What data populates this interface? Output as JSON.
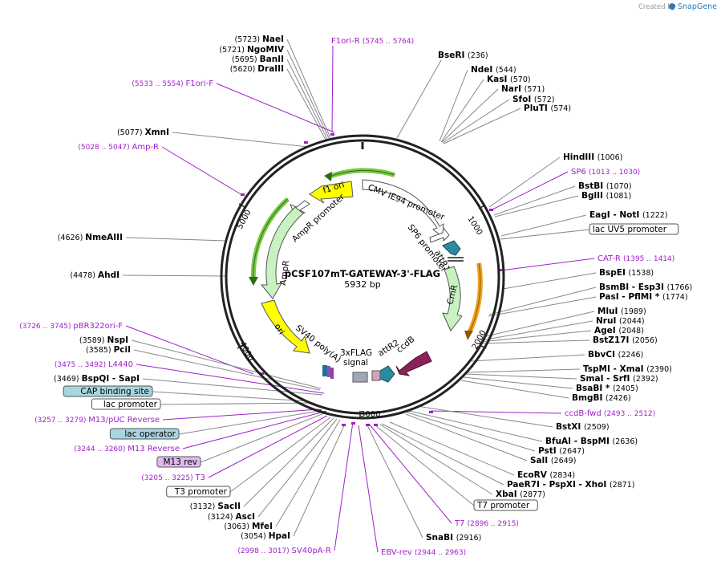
{
  "header": {
    "created_by": "Created by",
    "brand": "SnapGene"
  },
  "plasmid": {
    "name": "pCSF107mT-GATEWAY-3'-FLAG",
    "size_label": "5932 bp"
  },
  "tick_labels": [
    "1000",
    "2000",
    "3000",
    "4000",
    "5000"
  ],
  "features_on_map": [
    "CMV IE94 promoter",
    "SP6 promoter",
    "attR1",
    "CmR",
    "ccdB",
    "attR2",
    "3xFLAG",
    "signal",
    "SV40 poly(A)",
    "ori",
    "AmpR",
    "AmpR promoter",
    "f1 ori"
  ],
  "left_labels": [
    {
      "pos": "(5723)",
      "name": "NaeI"
    },
    {
      "pos": "(5721)",
      "name": "NgoMIV"
    },
    {
      "pos": "(5695)",
      "name": "BanII"
    },
    {
      "pos": "(5620)",
      "name": "DraIII"
    },
    {
      "pos": "(5533 .. 5554)",
      "name": "F1ori-F",
      "primer": true
    },
    {
      "pos": "(5077)",
      "name": "XmnI"
    },
    {
      "pos": "(5028 .. 5047)",
      "name": "Amp-R",
      "primer": true
    },
    {
      "pos": "(4626)",
      "name": "NmeAIII"
    },
    {
      "pos": "(4478)",
      "name": "AhdI"
    },
    {
      "pos": "(3726 .. 3745)",
      "name": "pBR322ori-F",
      "primer": true
    },
    {
      "pos": "(3589)",
      "name": "NspI"
    },
    {
      "pos": "(3585)",
      "name": "PciI"
    },
    {
      "pos": "(3475 .. 3492)",
      "name": "L4440",
      "primer": true
    },
    {
      "pos": "(3469)",
      "name": "BspQI - SapI"
    },
    {
      "name": "CAP binding site",
      "box": "blue"
    },
    {
      "name": "lac promoter",
      "box": "white"
    },
    {
      "pos": "(3257 .. 3279)",
      "name": "M13/pUC Reverse",
      "primer": true
    },
    {
      "name": "lac operator",
      "box": "blue"
    },
    {
      "pos": "(3244 .. 3260)",
      "name": "M13 Reverse",
      "primer": true
    },
    {
      "name": "M13 rev",
      "box": "purple"
    },
    {
      "pos": "(3205 .. 3225)",
      "name": "T3",
      "primer": true
    },
    {
      "name": "T3 promoter",
      "box": "white"
    },
    {
      "pos": "(3132)",
      "name": "SacII"
    },
    {
      "pos": "(3124)",
      "name": "AscI"
    },
    {
      "pos": "(3063)",
      "name": "MfeI"
    },
    {
      "pos": "(3054)",
      "name": "HpaI"
    },
    {
      "pos": "(2998 .. 3017)",
      "name": "SV40pA-R",
      "primer": true
    }
  ],
  "top_labels": [
    {
      "pos": "(5745 .. 5764)",
      "name": "F1ori-R",
      "primer": true
    },
    {
      "name": "BseRI",
      "pos": "(236)"
    }
  ],
  "right_labels": [
    {
      "name": "NdeI",
      "pos": "(544)"
    },
    {
      "name": "KasI",
      "pos": "(570)"
    },
    {
      "name": "NarI",
      "pos": "(571)"
    },
    {
      "name": "SfoI",
      "pos": "(572)"
    },
    {
      "name": "PluTI",
      "pos": "(574)"
    },
    {
      "name": "HindIII",
      "pos": "(1006)"
    },
    {
      "name": "SP6",
      "pos": "(1013 .. 1030)",
      "primer": true
    },
    {
      "name": "BstBI",
      "pos": "(1070)"
    },
    {
      "name": "BglII",
      "pos": "(1081)"
    },
    {
      "name": "EagI - NotI",
      "pos": "(1222)"
    },
    {
      "name": "lac UV5 promoter",
      "box": "white"
    },
    {
      "name": "CAT-R",
      "pos": "(1395 .. 1414)",
      "primer": true
    },
    {
      "name": "BspEI",
      "pos": "(1538)"
    },
    {
      "name": "BsmBI - Esp3I",
      "pos": "(1766)"
    },
    {
      "name": "PasI - PflMI *",
      "pos": "(1774)"
    },
    {
      "name": "MluI",
      "pos": "(1989)"
    },
    {
      "name": "NruI",
      "pos": "(2044)"
    },
    {
      "name": "AgeI",
      "pos": "(2048)"
    },
    {
      "name": "BstZ17I",
      "pos": "(2056)"
    },
    {
      "name": "BbvCI",
      "pos": "(2246)"
    },
    {
      "name": "TspMI - XmaI",
      "pos": "(2390)"
    },
    {
      "name": "SmaI - SrfI",
      "pos": "(2392)"
    },
    {
      "name": "BsaBI *",
      "pos": "(2405)"
    },
    {
      "name": "BmgBI",
      "pos": "(2426)"
    },
    {
      "name": "ccdB-fwd",
      "pos": "(2493 .. 2512)",
      "primer": true
    },
    {
      "name": "BstXI",
      "pos": "(2509)"
    },
    {
      "name": "BfuAI - BspMI",
      "pos": "(2636)"
    },
    {
      "name": "PstI",
      "pos": "(2647)"
    },
    {
      "name": "SalI",
      "pos": "(2649)"
    },
    {
      "name": "EcoRV",
      "pos": "(2834)"
    },
    {
      "name": "PaeR7I - PspXI - XhoI",
      "pos": "(2871)"
    },
    {
      "name": "XbaI",
      "pos": "(2877)"
    },
    {
      "name": "T7 promoter",
      "box": "white"
    },
    {
      "name": "T7",
      "pos": "(2896 .. 2915)",
      "primer": true
    },
    {
      "name": "SnaBI",
      "pos": "(2916)"
    },
    {
      "name": "EBV-rev",
      "pos": "(2944 .. 2963)",
      "primer": true
    }
  ],
  "colors": {
    "primer": "#a020c8",
    "ring": "#222222",
    "ampR": "#c8f2c0",
    "ori": "#ffff00",
    "f1ori": "#ffff00",
    "cmR": "#c8f2c0",
    "ccdB": "#8b2257",
    "attR": "#2a8aa0",
    "orange_arc": "#f0a020",
    "green_arc": "#7ac943",
    "blue_box": "#a8d6e0",
    "purple_box": "#e0b8f0"
  }
}
